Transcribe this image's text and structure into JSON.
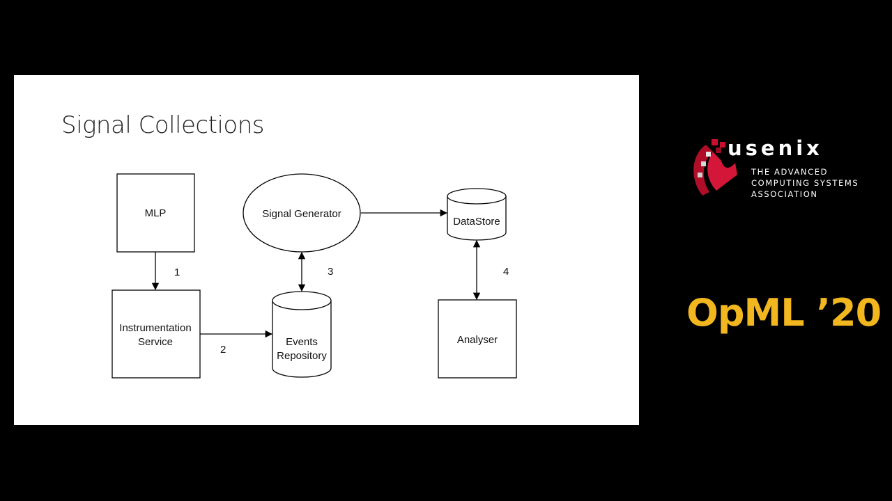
{
  "slide": {
    "title": "Signal Collections",
    "nodes": {
      "mlp": "MLP",
      "instrumentation_line1": "Instrumentation",
      "instrumentation_line2": "Service",
      "signal_generator": "Signal Generator",
      "events_line1": "Events",
      "events_line2": "Repository",
      "datastore": "DataStore",
      "analyser": "Analyser"
    },
    "edge_labels": [
      "1",
      "2",
      "3",
      "4"
    ]
  },
  "sidebar": {
    "org_name": "usenix",
    "org_tagline_line1": "THE ADVANCED",
    "org_tagline_line2": "COMPUTING SYSTEMS",
    "org_tagline_line3": "ASSOCIATION",
    "conference": "OpML ’20",
    "accent_color": "#f2b71e",
    "logo_color": "#c8102e"
  }
}
